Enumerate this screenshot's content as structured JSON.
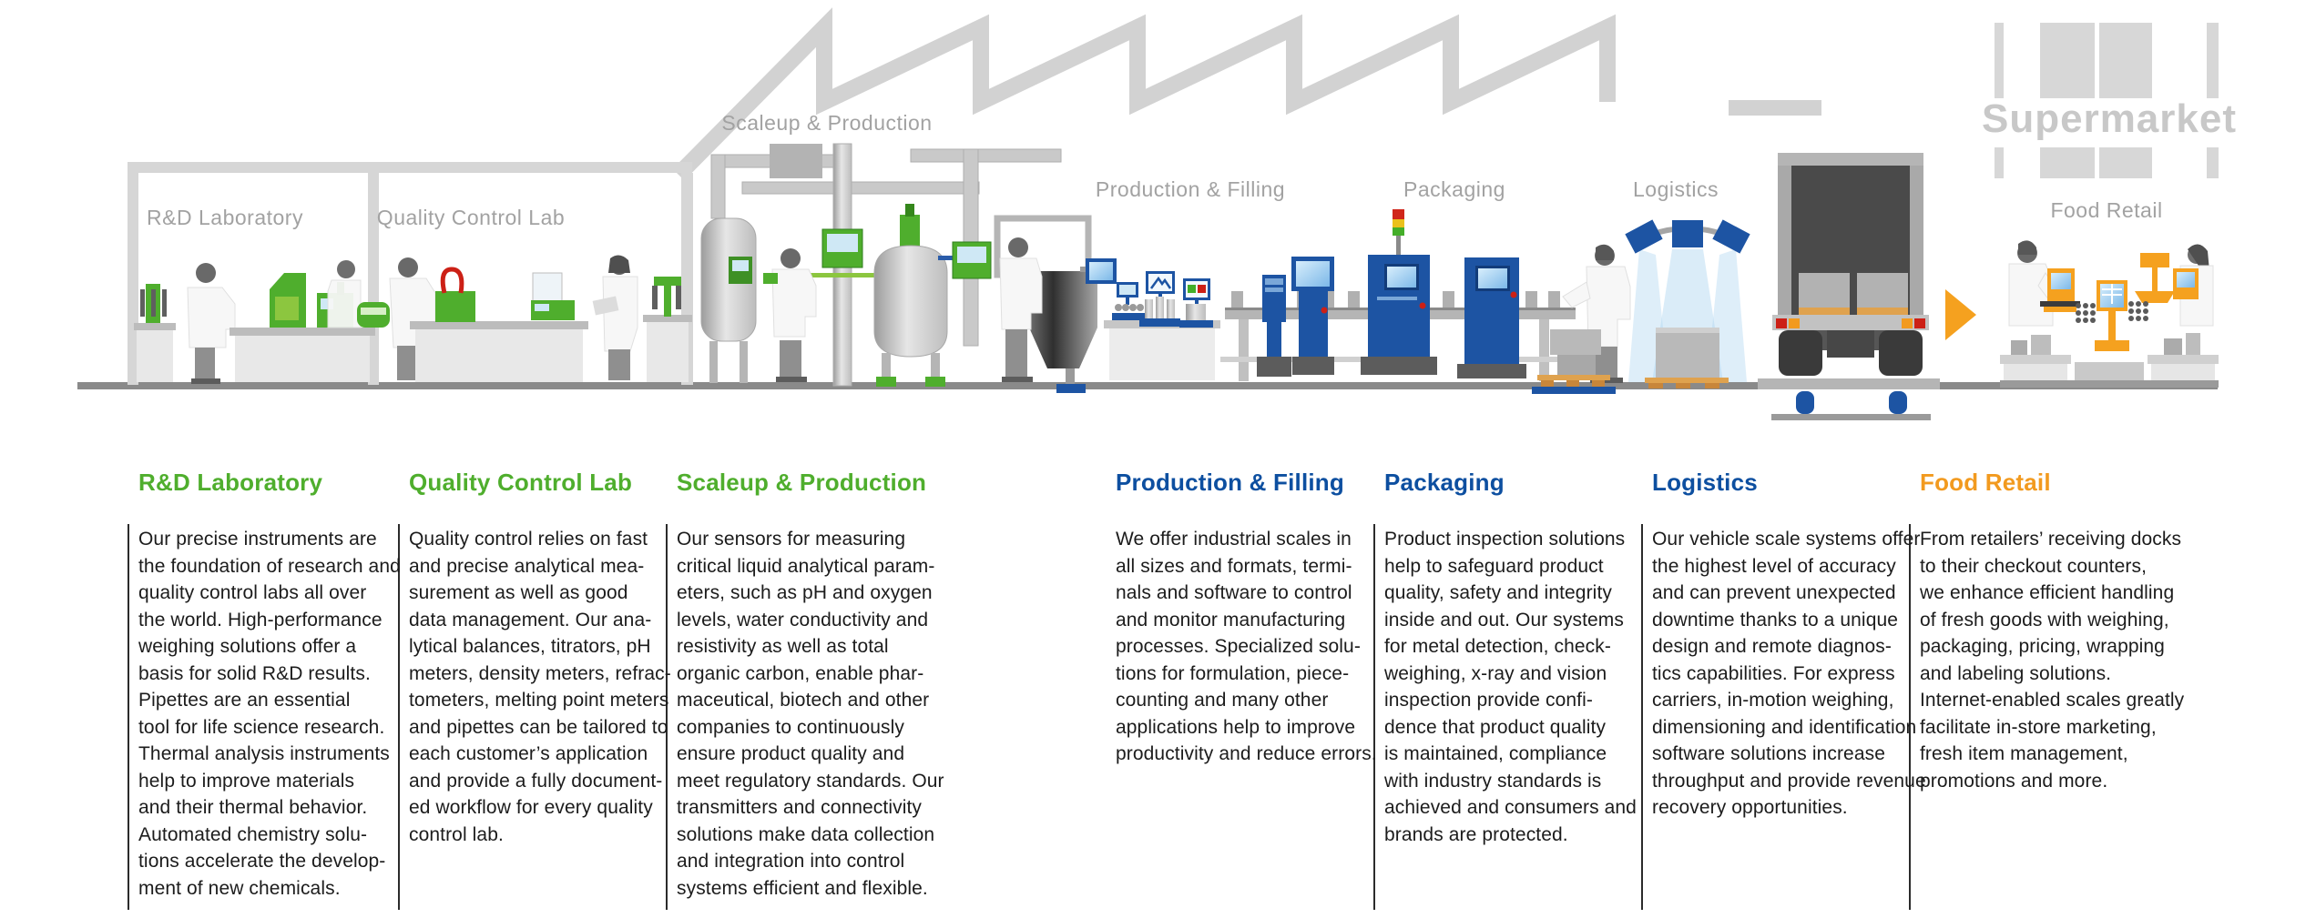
{
  "palette": {
    "green": "#4fae2d",
    "blue": "#0d4fa0",
    "orange": "#f29a1f",
    "label_gray": "#a2a2a2",
    "wall_gray": "#d6d6d6",
    "floor_gray": "#8a8a8a",
    "text_black": "#1c1c1c"
  },
  "scene": {
    "labels": {
      "rd": "R&D Laboratory",
      "qc": "Quality Control Lab",
      "scaleup": "Scaleup & Production",
      "pf": "Production & Filling",
      "pkg": "Packaging",
      "log": "Logistics",
      "market": "Supermarket",
      "retail": "Food Retail"
    },
    "flow_arrow": "right-arrow"
  },
  "columns": [
    {
      "id": "rd-laboratory",
      "heading": "R&D Laboratory",
      "color": "#4fae2d",
      "body": "Our precise instruments are\nthe foundation of research and\nquality control labs all over\nthe world. High-performance\nweighing solutions offer a\nbasis for solid R&D results.\nPipettes are an essential\ntool for life science research.\nThermal analysis instruments\nhelp to improve materials\nand their thermal behavior.\nAutomated chemistry solu-\ntions accelerate the develop-\nment of new chemicals."
    },
    {
      "id": "quality-control-lab",
      "heading": "Quality Control Lab",
      "color": "#4fae2d",
      "body": "Quality control relies on fast\nand precise analytical mea-\nsurement as well as good\ndata management. Our ana-\nlytical balances, titrators, pH\nmeters, density meters, refrac-\ntometers, melting point meters\nand pipettes can be tailored to\neach customer’s application\nand provide a fully document-\ned workflow for every quality\ncontrol lab."
    },
    {
      "id": "scaleup-production",
      "heading": "Scaleup & Production",
      "color": "#4fae2d",
      "body": "Our sensors for measuring\ncritical liquid analytical param-\neters, such as pH and oxygen\nlevels, water conductivity and\nresistivity as well as total\norganic carbon, enable phar-\nmaceutical, biotech and other\ncompanies to continuously\nensure product quality and\nmeet regulatory standards. Our\ntransmitters and connectivity\nsolutions make data collection\nand integration into control\nsystems efficient and flexible."
    },
    {
      "id": "production-filling",
      "heading": "Production & Filling",
      "color": "#0d4fa0",
      "body": "We offer industrial scales in\nall sizes and formats, termi-\nnals and software to control\nand monitor manufacturing\nprocesses. Specialized solu-\ntions for formulation, piece-\ncounting and many other\napplications help to improve\nproductivity and reduce errors."
    },
    {
      "id": "packaging",
      "heading": "Packaging",
      "color": "#0d4fa0",
      "body": "Product inspection solutions\nhelp to safeguard product\nquality, safety and integrity\ninside and out. Our systems\nfor metal detection, check-\nweighing, x-ray and vision\ninspection provide confi-\ndence that product quality\nis maintained, compliance\nwith industry standards is\nachieved and consumers and\nbrands are protected."
    },
    {
      "id": "logistics",
      "heading": "Logistics",
      "color": "#0d4fa0",
      "body": "Our vehicle scale systems offer\nthe highest level of accuracy\nand can prevent unexpected\ndowntime thanks to a unique\ndesign and remote diagnos-\ntics capabilities. For express\ncarriers, in-motion weighing,\ndimensioning and identification\nsoftware solutions increase\nthroughput and provide revenue\nrecovery opportunities."
    },
    {
      "id": "food-retail",
      "heading": "Food Retail",
      "color": "#f29a1f",
      "body": "From retailers’ receiving docks\nto their checkout counters,\nwe enhance efficient handling\nof fresh goods with weighing,\npackaging, pricing, wrapping\nand labeling solutions.\nInternet-enabled scales greatly\nfacilitate in-store marketing,\nfresh item management,\npromotions and more."
    }
  ]
}
